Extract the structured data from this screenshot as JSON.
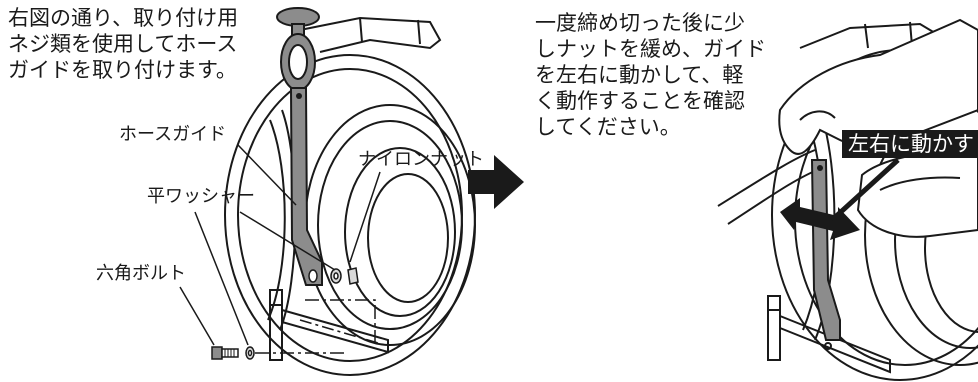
{
  "left_panel": {
    "instruction_lines": [
      "右図の通り、取り付け用",
      "ネジ類を使用してホース",
      "ガイドを取り付けます。"
    ],
    "labels": {
      "hose_guide": "ホースガイド",
      "nylon_nut": "ナイロンナット",
      "flat_washer": "平ワッシャー",
      "hex_bolt": "六角ボルト"
    }
  },
  "right_panel": {
    "instruction_lines": [
      "一度締め切った後に少",
      "しナットを緩め、ガイド",
      "を左右に動かして、軽",
      "く動作することを確認",
      "してください。"
    ],
    "badge": "左右に動かす"
  },
  "colors": {
    "ink": "#1a1a1a",
    "fill_gray": "#8c8c8c",
    "light_gray": "#d9d9d9",
    "background": "#ffffff"
  },
  "icons": {
    "step_arrow": "arrow-right-icon",
    "move_arrow": "double-arrow-icon"
  }
}
